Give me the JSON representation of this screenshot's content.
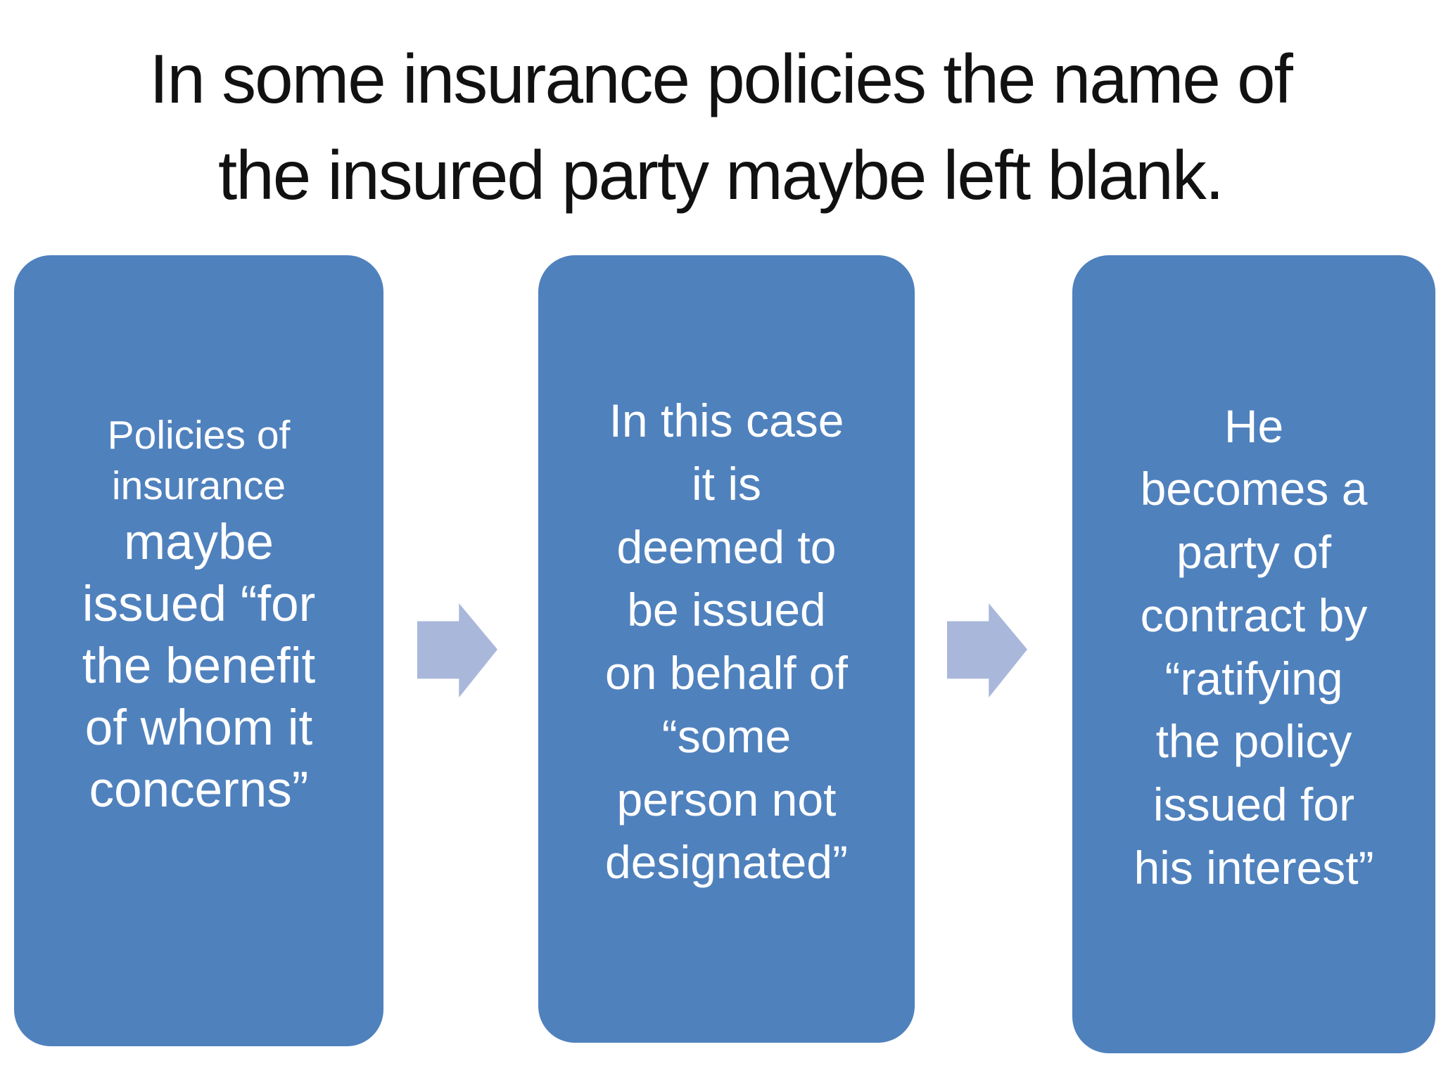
{
  "slide": {
    "title": "In some insurance policies the name of\nthe insured party maybe left blank.",
    "boxes": [
      {
        "text_small": "Policies of\ninsurance",
        "text_large": "maybe\nissued “for\nthe benefit\nof whom it\nconcerns”"
      },
      {
        "text": "In this case\nit is\ndeemed to\nbe issued\non behalf of\n“some\nperson not\ndesignated”"
      },
      {
        "text": "He\nbecomes a\nparty of\ncontract by\n“ratifying\nthe policy\nissued for\nhis interest”"
      }
    ],
    "arrow_count": 2,
    "colors": {
      "background": "#FFFFFF",
      "title_color": "#111111",
      "box_fill": "#4F81BD",
      "box_text_color": "#FFFFFF",
      "arrow_fill": "#A9B7DB"
    }
  }
}
